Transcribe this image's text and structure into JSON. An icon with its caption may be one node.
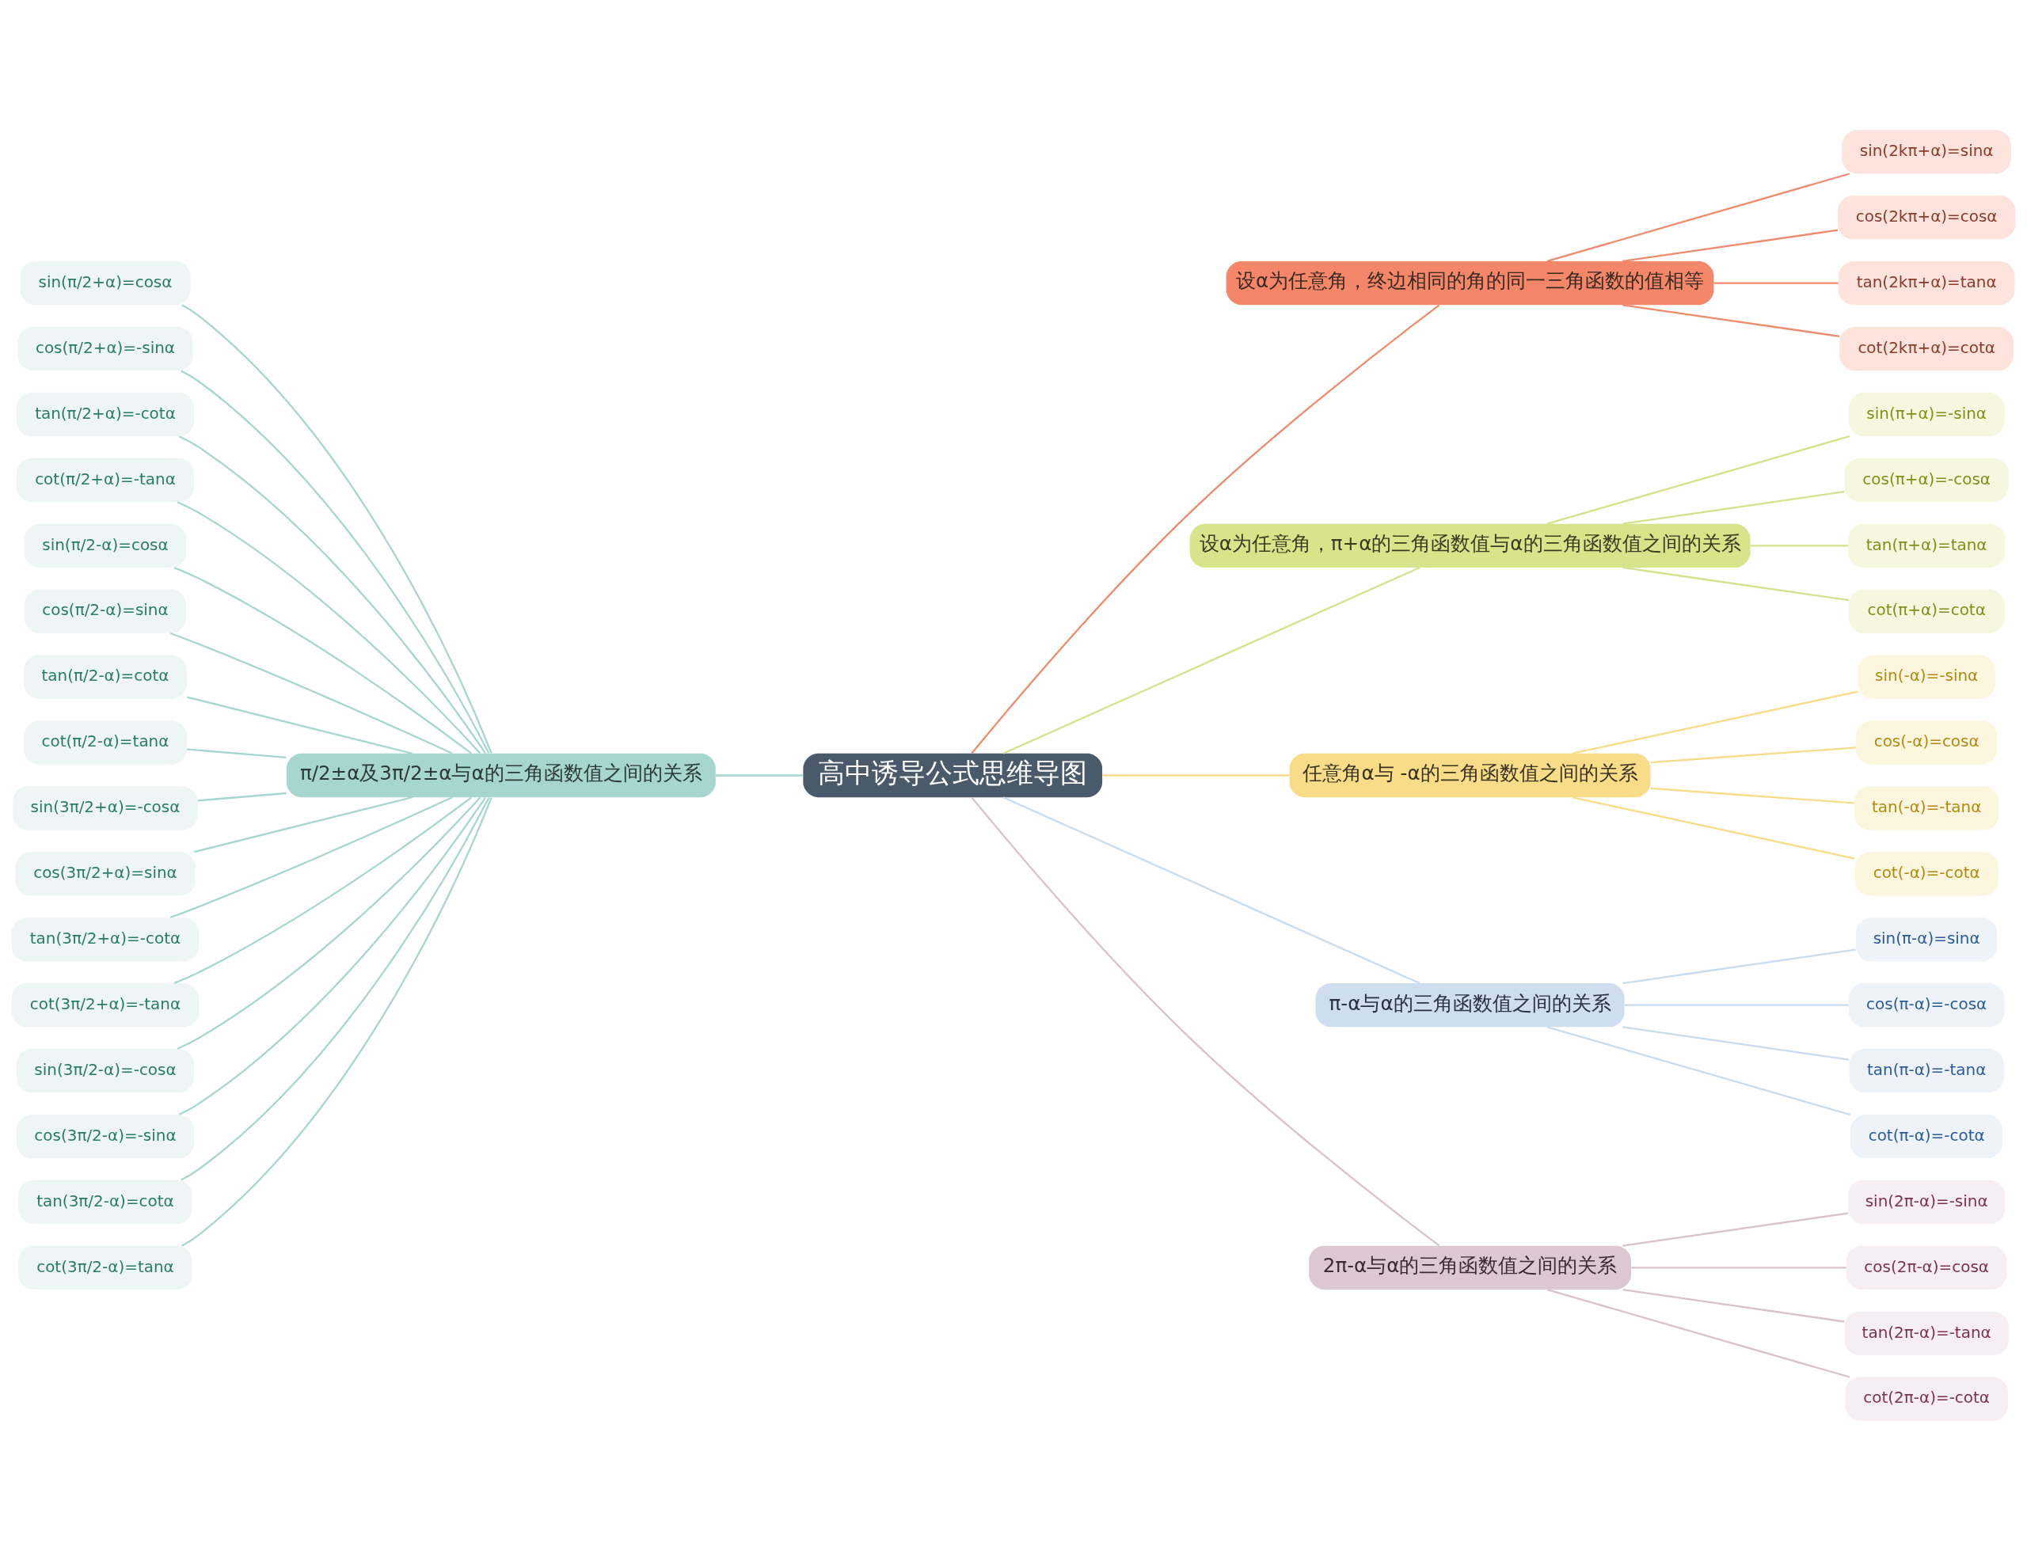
{
  "diagram": {
    "nodes": [
      {
        "text": [
          "高中诱导公式思维导图"
        ]
      },
      {
        "text": [
          "设α为任意角，终边相同的角的同一三角函数的值相等"
        ]
      },
      {
        "text": [
          "sin(2kπ+α)=sinα"
        ]
      },
      {
        "text": [
          "cos(2kπ+α)=cosα"
        ]
      },
      {
        "text": [
          "tan(2kπ+α)=tanα"
        ]
      },
      {
        "text": [
          "cot(2kπ+α)=cotα"
        ]
      },
      {
        "text": [
          "设α为任意角，π+α的三角函数值与α的三角函数值之间的关系"
        ]
      },
      {
        "text": [
          "sin(π+α)=-sinα"
        ]
      },
      {
        "text": [
          "cos(π+α)=-cosα"
        ]
      },
      {
        "text": [
          "tan(π+α)=tanα"
        ]
      },
      {
        "text": [
          "cot(π+α)=cotα"
        ]
      },
      {
        "text": [
          "任意角α与 -α的三角函数值之间的关系"
        ]
      },
      {
        "text": [
          "sin(-α)=-sinα"
        ]
      },
      {
        "text": [
          "cos(-α)=cosα"
        ]
      },
      {
        "text": [
          "tan(-α)=-tanα"
        ]
      },
      {
        "text": [
          "cot(-α)=-cotα"
        ]
      },
      {
        "text": [
          "π-α与α的三角函数值之间的关系"
        ]
      },
      {
        "text": [
          "sin(π-α)=sinα"
        ]
      },
      {
        "text": [
          "cos(π-α)=-cosα"
        ]
      },
      {
        "text": [
          "tan(π-α)=-tanα"
        ]
      },
      {
        "text": [
          "cot(π-α)=-cotα"
        ]
      },
      {
        "text": [
          "2π-α与α的三角函数值之间的关系"
        ]
      },
      {
        "text": [
          "sin(2π-α)=-sinα"
        ]
      },
      {
        "text": [
          "cos(2π-α)=cosα"
        ]
      },
      {
        "text": [
          "tan(2π-α)=-tanα"
        ]
      },
      {
        "text": [
          "cot(2π-α)=-cotα"
        ]
      },
      {
        "text": [
          "π/2±α及3π/2±α与α的三角函数值之间的关系"
        ]
      },
      {
        "text": [
          "sin(π/2+α)=cosα"
        ]
      },
      {
        "text": [
          "cos(π/2+α)=-sinα"
        ]
      },
      {
        "text": [
          "tan(π/2+α)=-cotα"
        ]
      },
      {
        "text": [
          "cot(π/2+α)=-tanα"
        ]
      },
      {
        "text": [
          "sin(π/2-α)=cosα"
        ]
      },
      {
        "text": [
          "cos(π/2-α)=sinα"
        ]
      },
      {
        "text": [
          "tan(π/2-α)=cotα"
        ]
      },
      {
        "text": [
          "cot(π/2-α)=tanα"
        ]
      },
      {
        "text": [
          "sin(3π/2+α)=-cosα"
        ]
      },
      {
        "text": [
          "cos(3π/2+α)=sinα"
        ]
      },
      {
        "text": [
          "tan(3π/2+α)=-cotα"
        ]
      },
      {
        "text": [
          "cot(3π/2+α)=-tanα"
        ]
      },
      {
        "text": [
          "sin(3π/2-α)=-cosα"
        ]
      },
      {
        "text": [
          "cos(3π/2-α)=-sinα"
        ]
      },
      {
        "text": [
          "tan(3π/2-α)=cotα"
        ]
      },
      {
        "text": [
          "cot(3π/2-α)=tanα"
        ]
      }
    ],
    "edges": [
      {
        "from": 0,
        "to": 1,
        "arrow": "none",
        "color": "#f08a6c"
      },
      {
        "from": 1,
        "to": 2,
        "arrow": "none",
        "color": "#f08a6c"
      },
      {
        "from": 1,
        "to": 3,
        "arrow": "none",
        "color": "#f08a6c"
      },
      {
        "from": 1,
        "to": 4,
        "arrow": "none",
        "color": "#f08a6c"
      },
      {
        "from": 1,
        "to": 5,
        "arrow": "none",
        "color": "#f08a6c"
      },
      {
        "from": 0,
        "to": 6,
        "arrow": "none",
        "color": "#d4e28c"
      },
      {
        "from": 6,
        "to": 7,
        "arrow": "none",
        "color": "#d4e28c"
      },
      {
        "from": 6,
        "to": 8,
        "arrow": "none",
        "color": "#d4e28c"
      },
      {
        "from": 6,
        "to": 9,
        "arrow": "none",
        "color": "#d4e28c"
      },
      {
        "from": 6,
        "to": 10,
        "arrow": "none",
        "color": "#d4e28c"
      },
      {
        "from": 0,
        "to": 11,
        "arrow": "none",
        "color": "#f7dc8a"
      },
      {
        "from": 11,
        "to": 12,
        "arrow": "none",
        "color": "#f7dc8a"
      },
      {
        "from": 11,
        "to": 13,
        "arrow": "none",
        "color": "#f7dc8a"
      },
      {
        "from": 11,
        "to": 14,
        "arrow": "none",
        "color": "#f7dc8a"
      },
      {
        "from": 11,
        "to": 15,
        "arrow": "none",
        "color": "#f7dc8a"
      },
      {
        "from": 0,
        "to": 16,
        "arrow": "none",
        "color": "#c9dcee"
      },
      {
        "from": 16,
        "to": 17,
        "arrow": "none",
        "color": "#c9dcee"
      },
      {
        "from": 16,
        "to": 18,
        "arrow": "none",
        "color": "#c9dcee"
      },
      {
        "from": 16,
        "to": 19,
        "arrow": "none",
        "color": "#c9dcee"
      },
      {
        "from": 16,
        "to": 20,
        "arrow": "none",
        "color": "#c9dcee"
      },
      {
        "from": 0,
        "to": 21,
        "arrow": "none",
        "color": "#d8c2cc"
      },
      {
        "from": 21,
        "to": 22,
        "arrow": "none",
        "color": "#d8c2cc"
      },
      {
        "from": 21,
        "to": 23,
        "arrow": "none",
        "color": "#d8c2cc"
      },
      {
        "from": 21,
        "to": 24,
        "arrow": "none",
        "color": "#d8c2cc"
      },
      {
        "from": 21,
        "to": 25,
        "arrow": "none",
        "color": "#d8c2cc"
      },
      {
        "from": 26,
        "to": 0,
        "arrow": "none",
        "color": "#a6d6cf"
      },
      {
        "from": 27,
        "to": 26,
        "arrow": "none",
        "color": "#a6d6cf"
      },
      {
        "from": 28,
        "to": 26,
        "arrow": "none",
        "color": "#a6d6cf"
      },
      {
        "from": 29,
        "to": 26,
        "arrow": "none",
        "color": "#a6d6cf"
      },
      {
        "from": 30,
        "to": 26,
        "arrow": "none",
        "color": "#a6d6cf"
      },
      {
        "from": 31,
        "to": 26,
        "arrow": "none",
        "color": "#a6d6cf"
      },
      {
        "from": 32,
        "to": 26,
        "arrow": "none",
        "color": "#a6d6cf"
      },
      {
        "from": 33,
        "to": 26,
        "arrow": "none",
        "color": "#a6d6cf"
      },
      {
        "from": 34,
        "to": 26,
        "arrow": "none",
        "color": "#a6d6cf"
      },
      {
        "from": 35,
        "to": 26,
        "arrow": "none",
        "color": "#a6d6cf"
      },
      {
        "from": 36,
        "to": 26,
        "arrow": "none",
        "color": "#a6d6cf"
      },
      {
        "from": 37,
        "to": 26,
        "arrow": "none",
        "color": "#a6d6cf"
      },
      {
        "from": 38,
        "to": 26,
        "arrow": "none",
        "color": "#a6d6cf"
      },
      {
        "from": 39,
        "to": 26,
        "arrow": "none",
        "color": "#a6d6cf"
      },
      {
        "from": 40,
        "to": 26,
        "arrow": "none",
        "color": "#a6d6cf"
      },
      {
        "from": 41,
        "to": 26,
        "arrow": "none",
        "color": "#a6d6cf"
      },
      {
        "from": 42,
        "to": 26,
        "arrow": "none",
        "color": "#a6d6cf"
      }
    ]
  }
}
